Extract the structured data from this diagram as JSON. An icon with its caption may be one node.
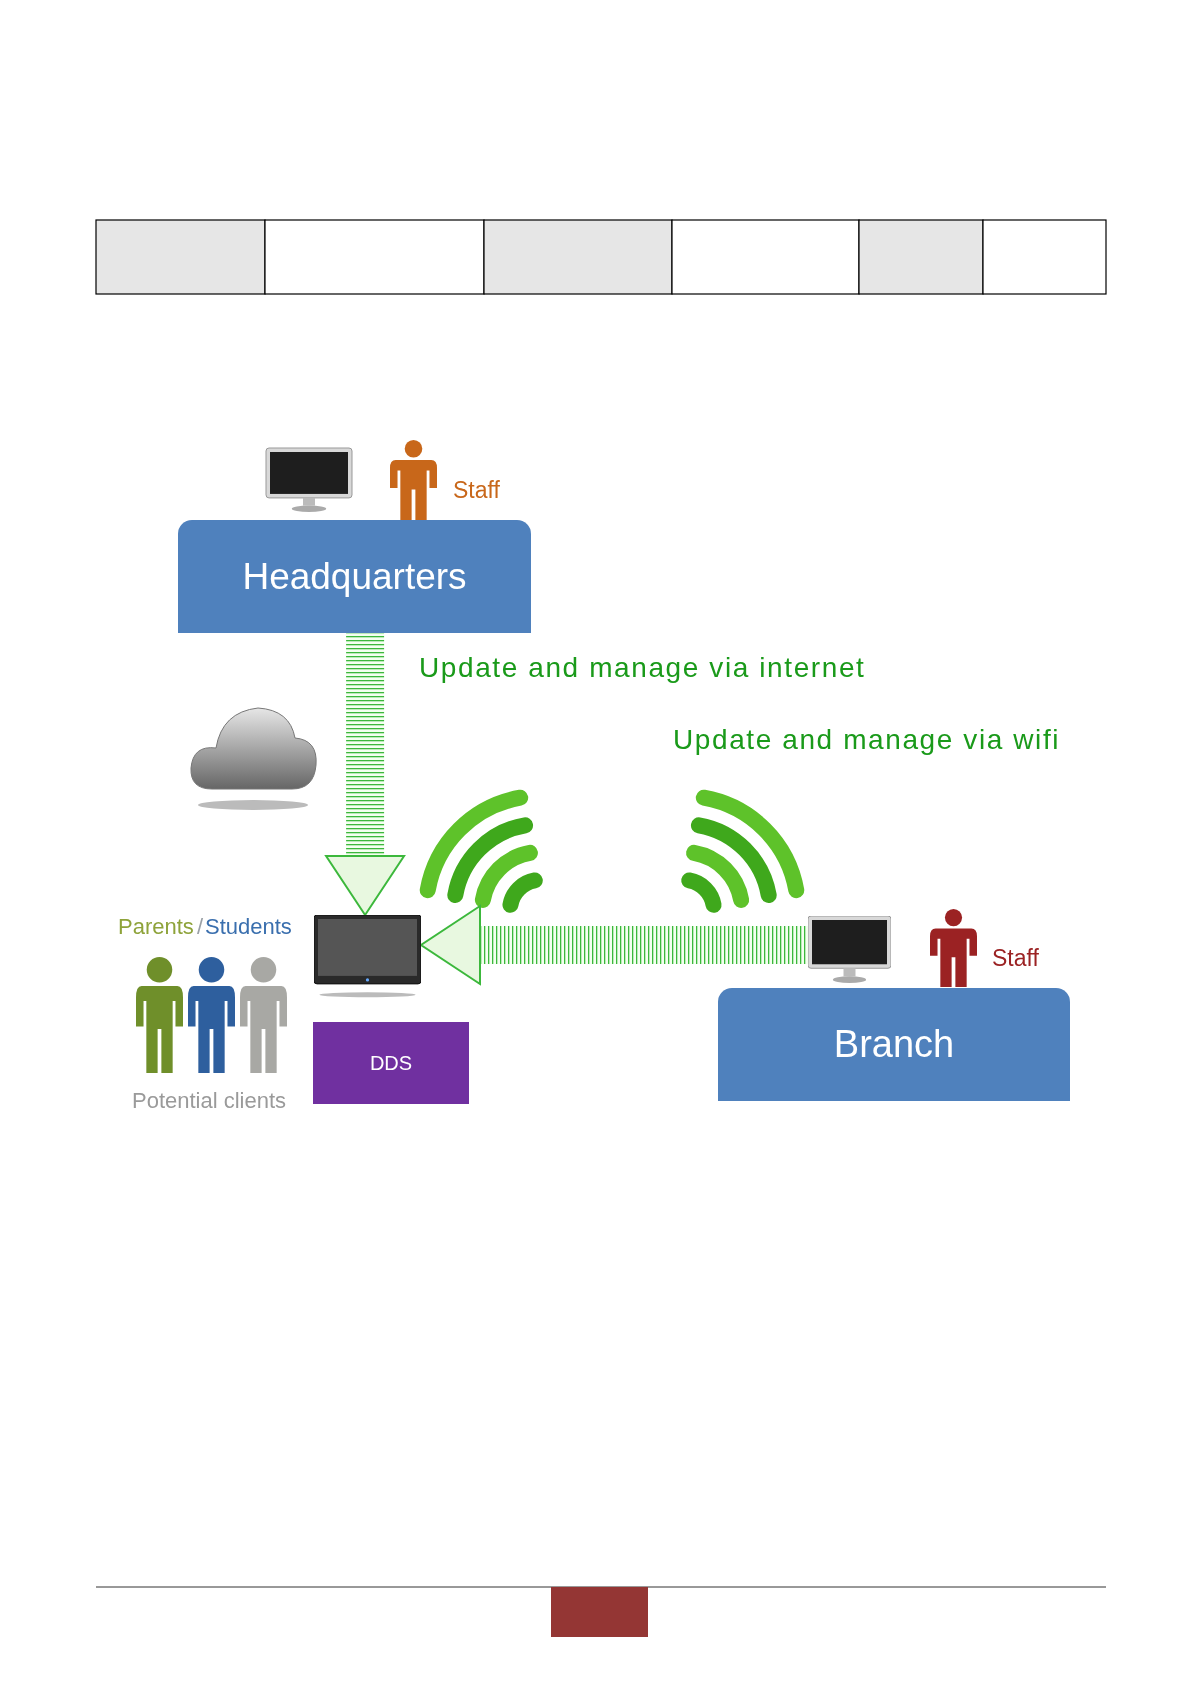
{
  "diagram": {
    "nodes": [
      {
        "text": [
          "Headquarters"
        ]
      },
      {
        "text": [
          "Branch"
        ]
      },
      {
        "text": [
          "DDS"
        ]
      },
      {
        "text": [],
        "shape": "screen"
      },
      {
        "text": [],
        "shape": "monitor"
      }
    ],
    "edges": [
      {
        "from": 0,
        "to": 3,
        "arrow": "to",
        "label": "Update and manage via internet"
      },
      {
        "from": 4,
        "to": 3,
        "arrow": "to"
      }
    ],
    "labels": [
      "Staff",
      "Update and manage via wifi",
      "Staff",
      "Parents",
      "/",
      "Students",
      "Potential clients"
    ]
  }
}
